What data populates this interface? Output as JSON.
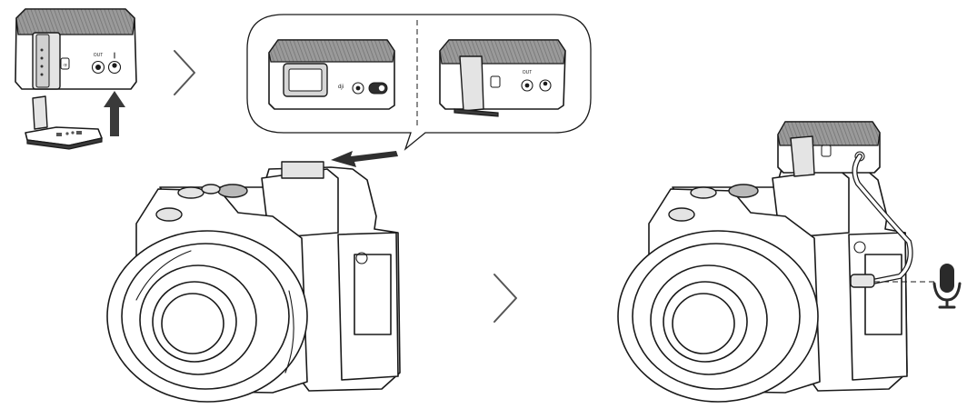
{
  "figure": {
    "type": "installation-diagram",
    "steps": [
      "remove-clip-and-attach-to-transmitter",
      "mount-transmitter-on-camera-hot-shoe",
      "connect-audio-cable-to-camera-mic-input"
    ],
    "labels": {
      "out_port": "OUT"
    },
    "icons": [
      "chevron-right-icon",
      "arrow-up-icon",
      "slide-arrow-icon",
      "microphone-icon"
    ]
  }
}
